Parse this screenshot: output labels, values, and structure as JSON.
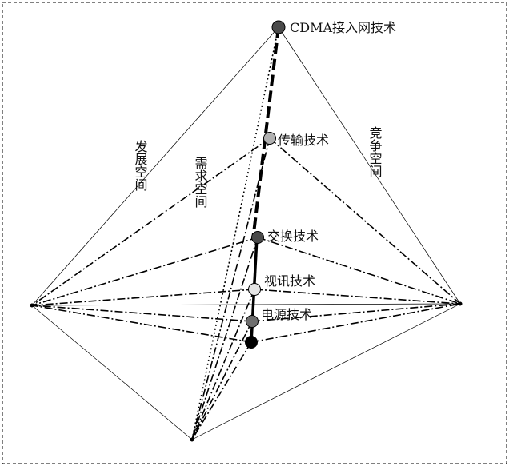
{
  "diagram": {
    "nodes": [
      {
        "id": "cdma",
        "label": "CDMA接入网技术",
        "fill": "#4a4a4a"
      },
      {
        "id": "transmission",
        "label": "传输技术",
        "fill": "#b0b0b0"
      },
      {
        "id": "switching",
        "label": "交换技术",
        "fill": "#4a4a4a"
      },
      {
        "id": "video",
        "label": "视讯技术",
        "fill": "#e6e6e6"
      },
      {
        "id": "power",
        "label": "电源技术",
        "fill": "#6e6e6e"
      },
      {
        "id": "base",
        "label": "",
        "fill": "#000000"
      }
    ],
    "side_labels": {
      "development": "发展空间",
      "demand": "需求空间",
      "competition": "竞争空间"
    }
  }
}
